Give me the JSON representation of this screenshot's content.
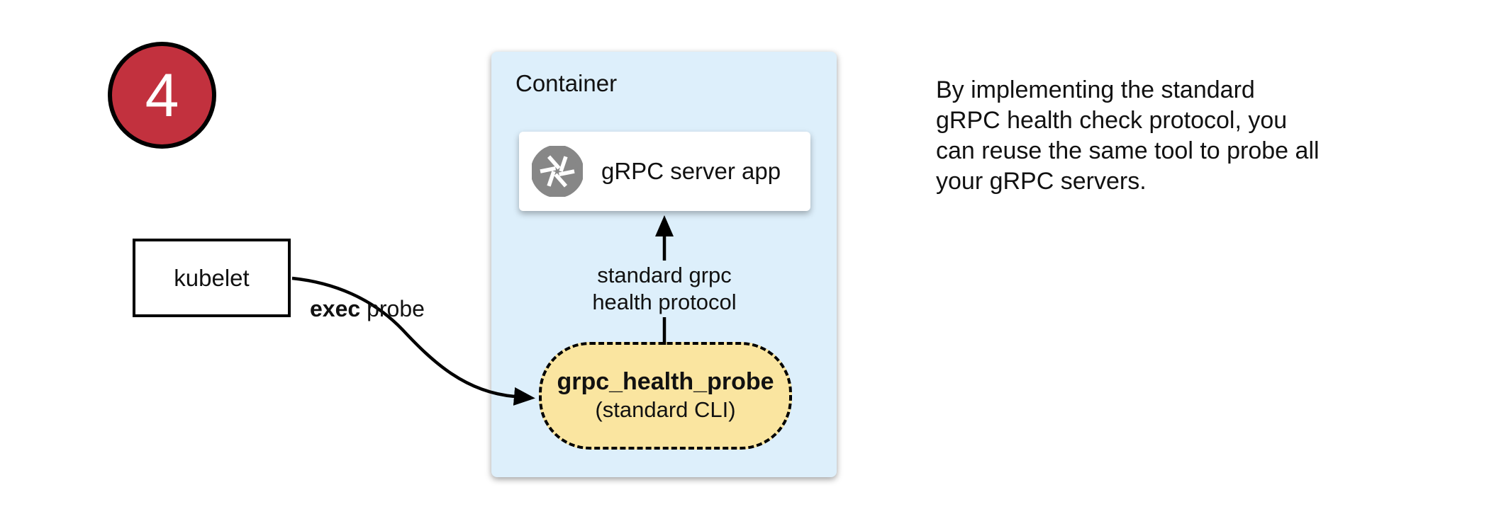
{
  "theme": {
    "badge_red": "#C2313E",
    "container_blue": "#DDEFFB",
    "pill_yellow": "#FAE5A0",
    "icon_gray": "#878787",
    "arrow_black": "#000000"
  },
  "step_badge": {
    "number": "4"
  },
  "kubelet": {
    "label": "kubelet"
  },
  "exec_probe_label": {
    "bold": "exec",
    "rest": " probe"
  },
  "container": {
    "title": "Container"
  },
  "grpc_server_card": {
    "label": "gRPC server app",
    "icon": "aperture-icon"
  },
  "protocol_arrow_label": {
    "line1": "standard grpc",
    "line2": "health protocol"
  },
  "health_probe_pill": {
    "title": "grpc_health_probe",
    "subtitle": "(standard CLI)"
  },
  "note": {
    "lines": [
      "By implementing the standard",
      "gRPC health check protocol, you",
      "can reuse the same tool to probe all",
      "your gRPC servers."
    ]
  }
}
